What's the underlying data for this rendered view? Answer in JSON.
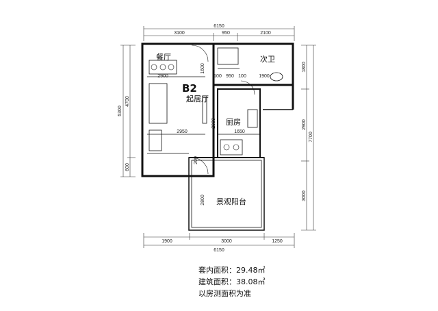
{
  "unit_label": "B2",
  "rooms": {
    "dining": "餐厅",
    "living": "起居厅",
    "bathroom": "次卫",
    "kitchen": "厨房",
    "balcony": "景观阳台"
  },
  "dimensions": {
    "top_total": "6150",
    "top_segments": [
      "3100",
      "950",
      "2100"
    ],
    "bottom_total": "6150",
    "bottom_segments": [
      "1900",
      "3000",
      "1250"
    ],
    "left_total": "5300",
    "left_segments": [
      "4700",
      "600"
    ],
    "right_segments": [
      "1800",
      "2900",
      "3000"
    ],
    "right_total": "7700",
    "interior": {
      "dining_width": "2900",
      "dining_depth": "1600",
      "wall_a": "100",
      "corridor": "950",
      "wall_b": "100",
      "bath_width": "1900",
      "living_depth": "2900",
      "living_width": "2950",
      "kitchen_width": "1650",
      "door_gap": "200",
      "balcony_depth": "2800"
    }
  },
  "area_info": [
    "套内面积：29.48㎡",
    "建筑面积：38.08㎡",
    "以房测面积为准"
  ]
}
